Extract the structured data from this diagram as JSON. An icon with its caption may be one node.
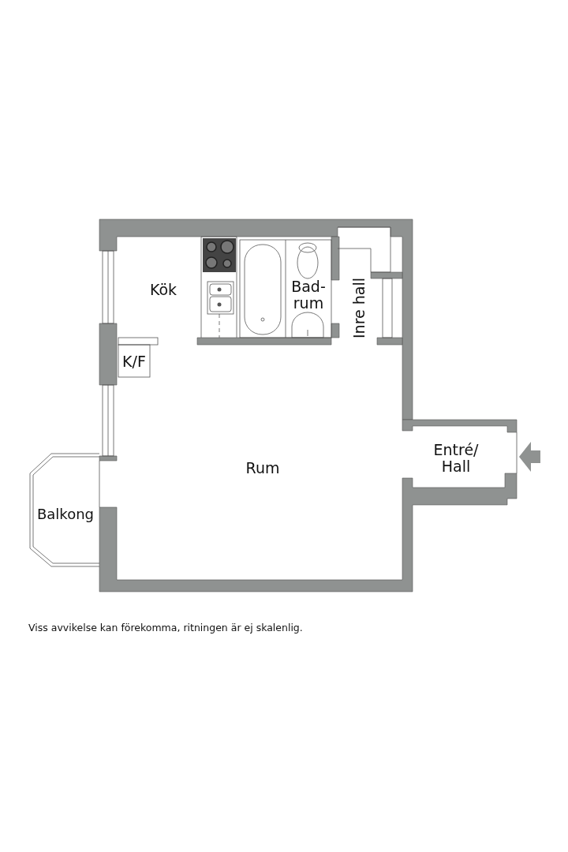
{
  "diagram": {
    "caption": "Viss avvikelse kan förekomma, ritningen är ej skalenlig.",
    "labels": [
      "Kök",
      "Bad- rum",
      "Inre hall",
      "K/F",
      "Entré/ Hall",
      "Rum",
      "Balkong"
    ]
  }
}
